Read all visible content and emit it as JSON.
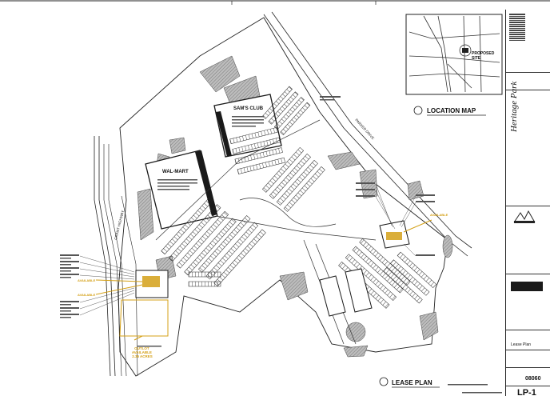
{
  "sheet": {
    "project_name": "Heritage Park",
    "sheet_number": "LP-1",
    "sheet_title": "Lease Plan",
    "job_number": "08060"
  },
  "location_map": {
    "title": "LOCATION MAP",
    "proposed_site": "PROPOSED\nSITE"
  },
  "plan": {
    "title": "LEASE PLAN",
    "anchors": [
      {
        "name": "SAM'S CLUB"
      },
      {
        "name": "WAL-MART"
      }
    ],
    "available_tags": [
      "AVAILABLE",
      "AVAILABLE",
      "AVAILABLE"
    ],
    "outlot_label": "OUTLOT\nAVAILABLE\n2.36 ACRES"
  },
  "colors": {
    "ink": "#1a1a1a",
    "hatch": "#8a8a8a",
    "available": "#d4a017",
    "paper": "#ffffff"
  }
}
